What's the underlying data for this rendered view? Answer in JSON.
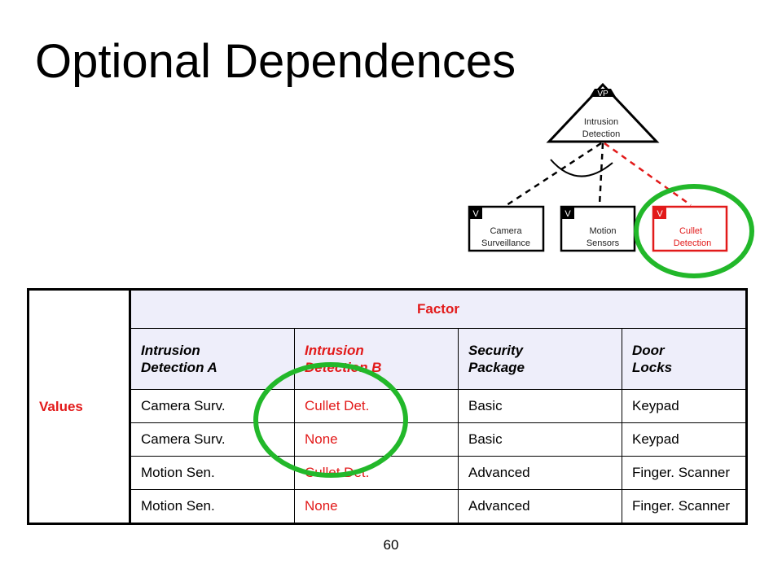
{
  "slide": {
    "title": "Optional Dependences",
    "page_number": "60"
  },
  "diagram": {
    "vp_badge": "VP",
    "vp_label_line1": "Intrusion",
    "vp_label_line2": "Detection",
    "variants": [
      {
        "badge": "V",
        "line1": "Camera",
        "line2": "Surveillance"
      },
      {
        "badge": "V",
        "line1": "Motion",
        "line2": "Sensors"
      },
      {
        "badge": "V",
        "line1": "Cullet",
        "line2": "Detection"
      }
    ],
    "colors": {
      "highlight": "#e21a1a",
      "circle": "#22b82a"
    }
  },
  "table": {
    "values_label": "Values",
    "factor_label": "Factor",
    "headers": [
      {
        "line1": "Intrusion",
        "line2": "Detection A"
      },
      {
        "line1": "Intrusion",
        "line2": "Detection B"
      },
      {
        "line1": "Security",
        "line2": "Package"
      },
      {
        "line1": "Door",
        "line2": "Locks"
      }
    ],
    "rows": [
      [
        "Camera Surv.",
        "Cullet Det.",
        "Basic",
        "Keypad"
      ],
      [
        "Camera Surv.",
        "None",
        "Basic",
        "Keypad"
      ],
      [
        "Motion Sen.",
        "Cullet Det.",
        "Advanced",
        "Finger. Scanner"
      ],
      [
        "Motion Sen.",
        "None",
        "Advanced",
        "Finger. Scanner"
      ]
    ]
  }
}
